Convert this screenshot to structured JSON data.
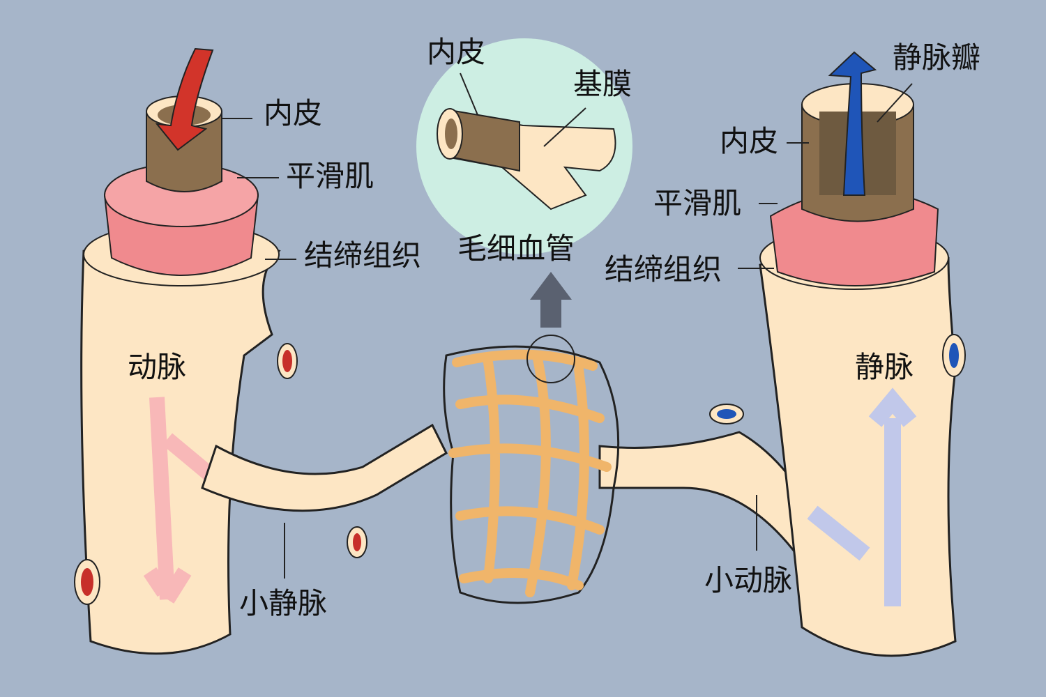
{
  "labels": {
    "artery_endothelium": "内皮",
    "artery_smooth_muscle": "平滑肌",
    "artery_connective": "结缔组织",
    "artery": "动脉",
    "venule": "小静脉",
    "cap_endothelium": "内皮",
    "basement_membrane": "基膜",
    "capillary": "毛细血管",
    "venous_valve": "静脉瓣",
    "vein_endothelium": "内皮",
    "vein_smooth_muscle": "平滑肌",
    "vein_connective": "结缔组织",
    "vein": "静脉",
    "arteriole": "小动脉"
  },
  "colors": {
    "background": "#a6b5c9",
    "vessel": "#fde6c4",
    "muscle": "#f08a8e",
    "endothelium": "#8b6f4e",
    "capillary_bed": "#f0b56a",
    "artery_flow": "#d2342a",
    "vein_flow": "#1f55b8"
  }
}
